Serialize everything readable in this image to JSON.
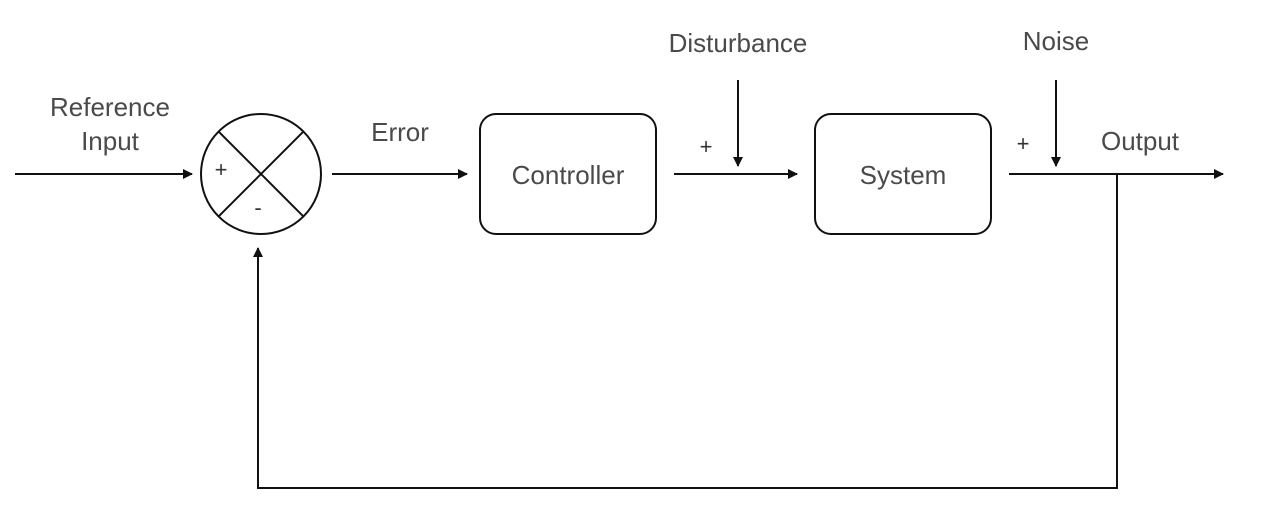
{
  "diagram": {
    "input_label_line1": "Reference",
    "input_label_line2": "Input",
    "summing_plus": "+",
    "summing_minus": "-",
    "error_label": "Error",
    "controller_label": "Controller",
    "disturbance_label": "Disturbance",
    "disturbance_sign": "+",
    "system_label": "System",
    "noise_label": "Noise",
    "noise_sign": "+",
    "output_label": "Output"
  }
}
